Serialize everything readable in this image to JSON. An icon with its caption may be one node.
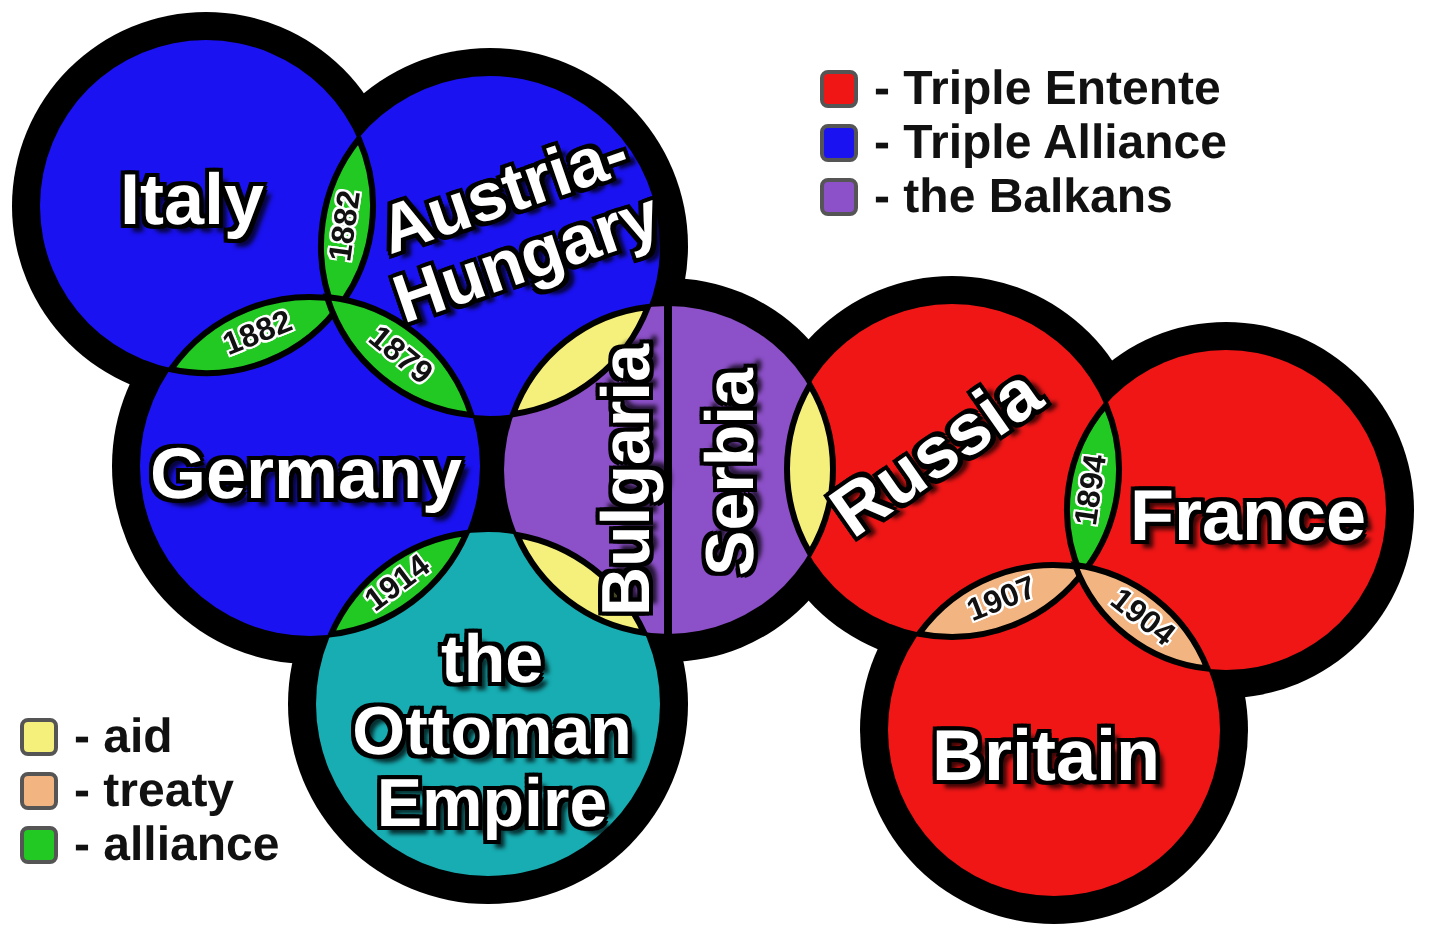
{
  "diagram": {
    "nodes": [
      {
        "text": [
          "Italy"
        ]
      },
      {
        "text": [
          "1882"
        ]
      },
      {
        "text": [
          "Austria-Hungary"
        ]
      },
      {
        "text": [
          "1882"
        ]
      },
      {
        "text": [
          "1879"
        ]
      },
      {
        "text": [
          "Germany"
        ]
      },
      {
        "text": [],
        "shape": "lens"
      },
      {
        "text": [
          "Bulgaria"
        ]
      },
      {
        "text": [
          "Serbia"
        ]
      },
      {
        "text": [],
        "shape": "lens"
      },
      {
        "text": [
          "Russia"
        ]
      },
      {
        "text": [
          "1894"
        ]
      },
      {
        "text": [
          "France"
        ]
      },
      {
        "text": [
          "1914"
        ]
      },
      {
        "text": [],
        "shape": "lens"
      },
      {
        "text": [
          "the Ottoman Empire"
        ]
      },
      {
        "text": [
          "1907"
        ]
      },
      {
        "text": [
          "1904"
        ]
      },
      {
        "text": [
          "Britain"
        ]
      }
    ],
    "legend": [
      {
        "text": "- Triple Entente",
        "color": "#f01616"
      },
      {
        "text": "- Triple Alliance",
        "color": "#1a12f0"
      },
      {
        "text": "- the Balkans",
        "color": "#8c50c8"
      },
      {
        "text": "- aid",
        "color": "#f5ef7c"
      },
      {
        "text": "- treaty",
        "color": "#f2b480"
      },
      {
        "text": "- alliance",
        "color": "#22c922"
      }
    ]
  }
}
